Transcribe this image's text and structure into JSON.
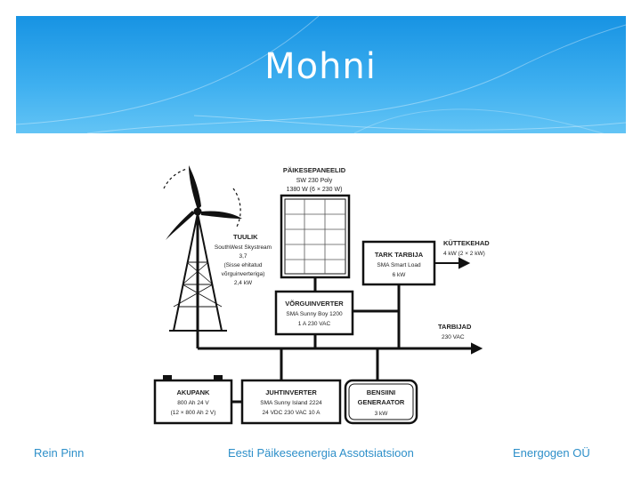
{
  "slide": {
    "title": "Mohni",
    "footer": {
      "left": "Rein Pinn",
      "center": "Eesti Päikeseenergia Assotsiatsioon",
      "right": "Energogen OÜ"
    }
  },
  "diagram": {
    "solar_panels": {
      "title": "PÄIKESEPANEELID",
      "line1": "SW 230 Poly",
      "line2": "1380 W (6 × 230 W)"
    },
    "wind_turbine": {
      "title": "TUULIK",
      "line1": "SouthWest Skystream",
      "line2": "3,7",
      "line3": "(Sisse ehitatud",
      "line4": "võrguinverteriga)",
      "line5": "2,4 kW"
    },
    "smart_load": {
      "title": "TARK TARBIJA",
      "line1": "SMA Smart Load",
      "line2": "6 kW"
    },
    "heaters": {
      "title": "KÜTTEKEHAD",
      "line1": "4 kW (2 × 2 kW)"
    },
    "grid_inverter": {
      "title": "VÕRGUINVERTER",
      "line1": "SMA Sunny Boy 1200",
      "line2": "1 A 230 VAC"
    },
    "consumers": {
      "title": "TARBIJAD",
      "line1": "230 VAC"
    },
    "battery": {
      "title": "AKUPANK",
      "line1": "800 Ah 24 V",
      "line2": "(12 × 800 Ah 2 V)"
    },
    "main_inverter": {
      "title": "JUHTINVERTER",
      "line1": "SMA Sunny Island 2224",
      "line2": "24 VDC   230 VAC 10 A"
    },
    "generator": {
      "title1": "BENSIINI",
      "title2": "GENERAATOR",
      "line1": "3 kW"
    }
  }
}
